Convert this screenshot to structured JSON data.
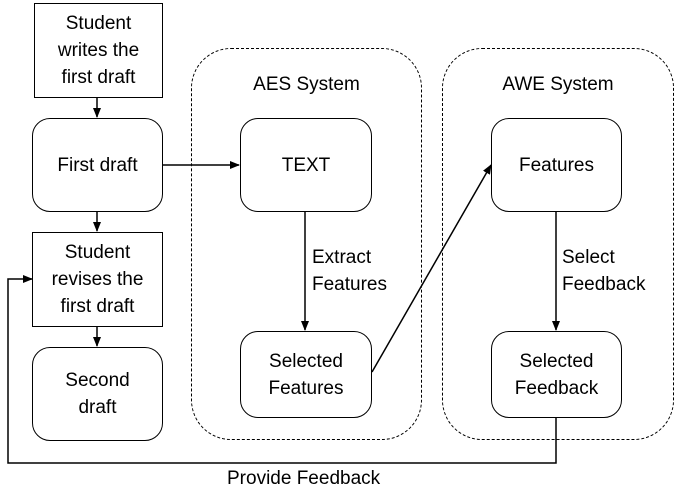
{
  "groups": {
    "aes_title": "AES System",
    "awe_title": "AWE System"
  },
  "nodes": {
    "student_writes": "Student\nwrites the\nfirst draft",
    "first_draft": "First draft",
    "student_revises": "Student\nrevises the\nfirst draft",
    "second_draft": "Second\ndraft",
    "text": "TEXT",
    "selected_features": "Selected\nFeatures",
    "features": "Features",
    "selected_feedback": "Selected\nFeedback"
  },
  "edges": {
    "extract_features": "Extract\nFeatures",
    "select_feedback": "Select\nFeedback",
    "provide_feedback": "Provide Feedback"
  }
}
